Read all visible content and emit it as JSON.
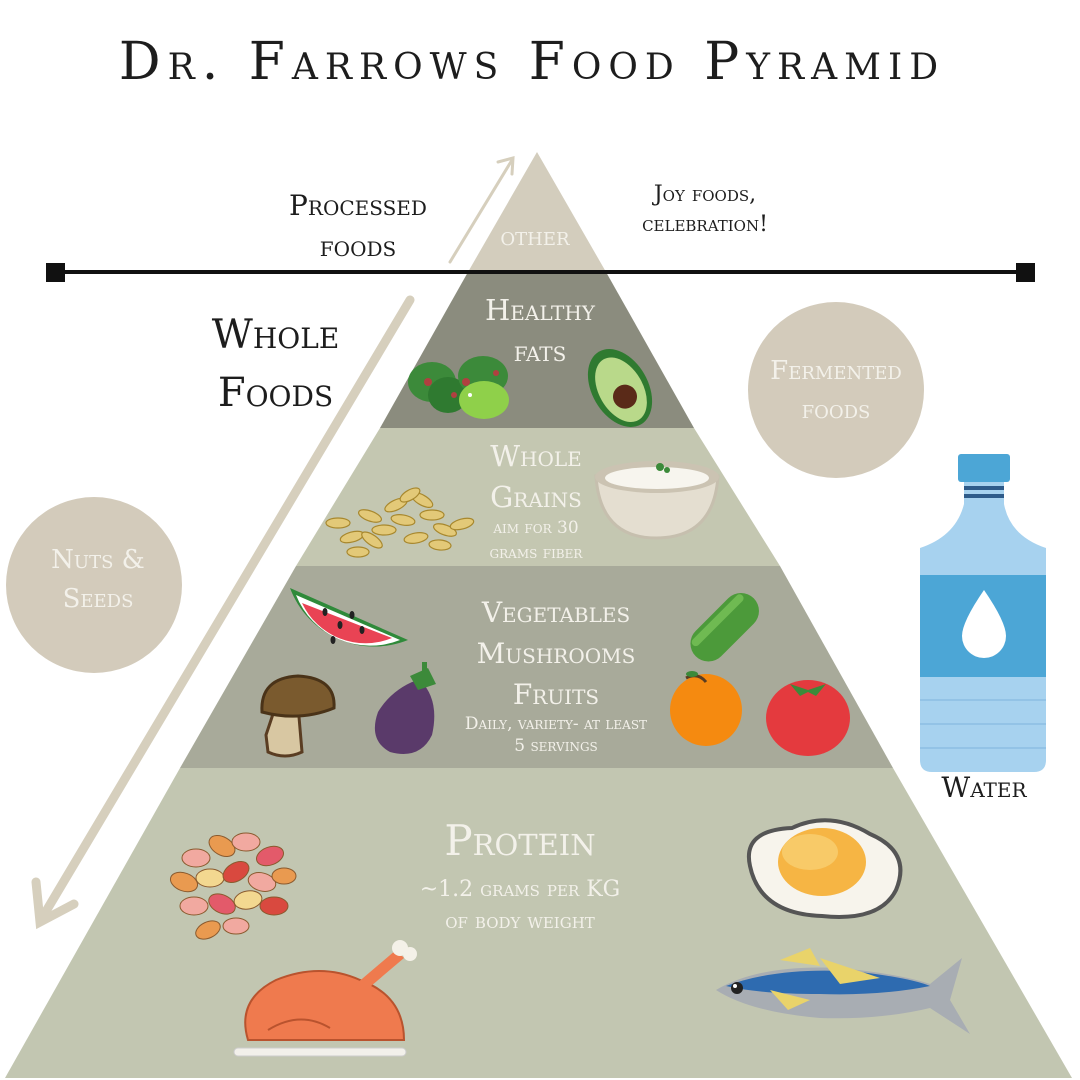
{
  "title": "Dr. Farrows Food Pyramid",
  "side_notes": {
    "processed": [
      "Processed",
      "foods"
    ],
    "joy": [
      "Joy foods,",
      "celebration!"
    ],
    "whole_foods": [
      "Whole",
      "Foods"
    ]
  },
  "tiers": {
    "other": "other",
    "fats": [
      "Healthy",
      "fats"
    ],
    "grains": [
      "Whole",
      "Grains"
    ],
    "grains_note": [
      "aim for 30",
      "grams fiber"
    ],
    "veg": [
      "Vegetables",
      "Mushrooms",
      "Fruits"
    ],
    "veg_note": [
      "Daily, variety- at least",
      "5 servings"
    ],
    "protein": "Protein",
    "protein_note": [
      "~1.2 grams per KG",
      "of body weight"
    ]
  },
  "circles": {
    "fermented": [
      "Fermented",
      "foods"
    ],
    "nuts": [
      "Nuts &",
      "Seeds"
    ]
  },
  "water_label": "Water",
  "colors": {
    "tier_top": "#d3cdbd",
    "tier_fats": "#8b8c7e",
    "tier_grains": "#c4c7b1",
    "tier_veg": "#a8aa9a",
    "tier_protein": "#c2c6b1",
    "circle": "#d3cbbb",
    "arrow": "#d6cfbd",
    "water_blue": "#4ca6d6"
  },
  "icons": [
    "olives-icon",
    "avocado-icon",
    "seeds-icon",
    "rice-bowl-icon",
    "watermelon-icon",
    "cucumber-icon",
    "mushroom-icon",
    "eggplant-icon",
    "orange-icon",
    "tomato-icon",
    "beans-icon",
    "egg-icon",
    "chicken-icon",
    "fish-icon",
    "water-bottle-icon",
    "water-drop-icon"
  ]
}
